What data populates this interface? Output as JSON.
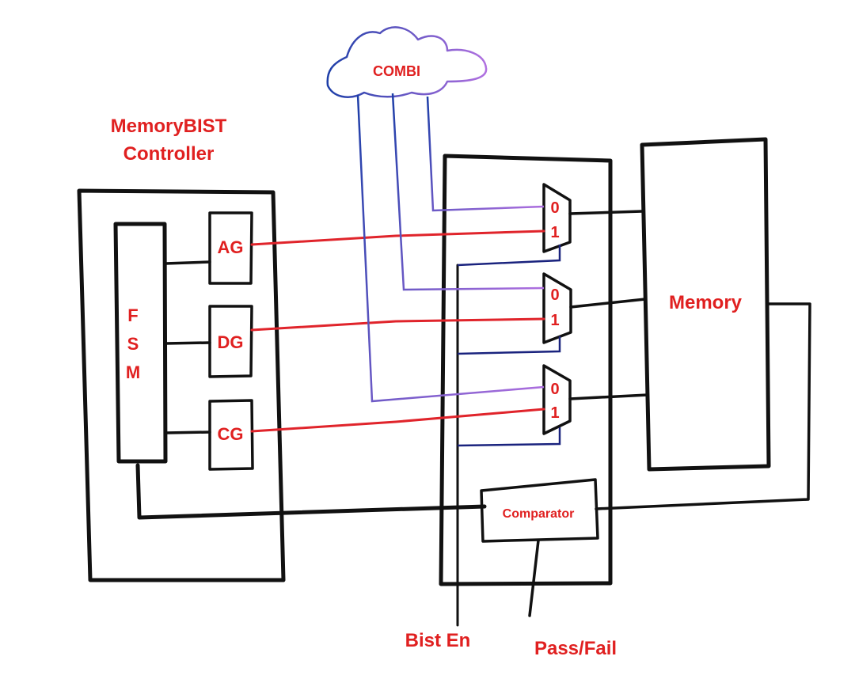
{
  "labels": {
    "controller_title_line1": "MemoryBIST",
    "controller_title_line2": "Controller",
    "fsm_f": "F",
    "fsm_s": "S",
    "fsm_m": "M",
    "ag": "AG",
    "dg": "DG",
    "cg": "CG",
    "combi": "COMBI",
    "memory": "Memory",
    "comparator": "Comparator",
    "bist_en": "Bist En",
    "pass_fail": "Pass/Fail",
    "mux1_in0": "0",
    "mux1_in1": "1",
    "mux2_in0": "0",
    "mux2_in1": "1",
    "mux3_in0": "0",
    "mux3_in1": "1"
  },
  "colors": {
    "label": "#e02020",
    "outline": "#111111",
    "red_wire": "#e0242b",
    "combi_blue": "#1e3fa8",
    "combi_purple": "#a869e0"
  }
}
